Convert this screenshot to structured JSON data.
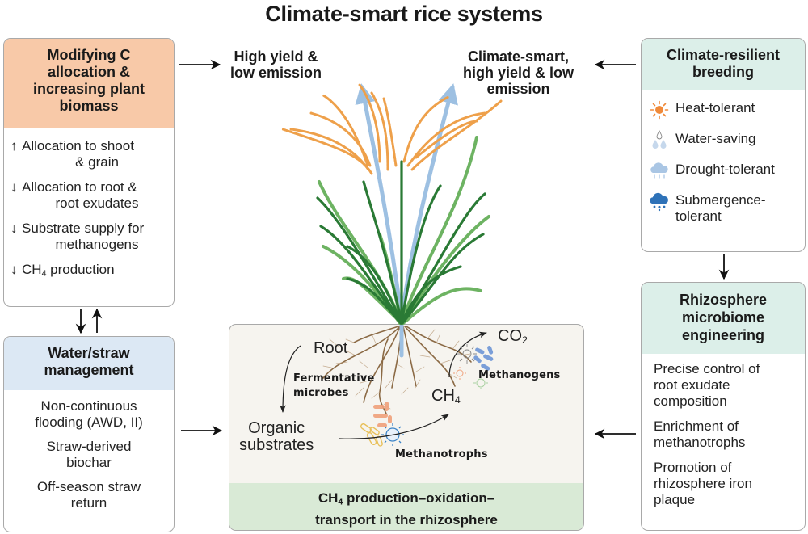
{
  "title": "Climate-smart rice systems",
  "outcomes": {
    "left": {
      "line1": "High yield &",
      "line2": "low emission"
    },
    "right": {
      "line1": "Climate-smart,",
      "line2": "high yield & low",
      "line3": "emission"
    }
  },
  "c_allocation": {
    "header": {
      "line1": "Modifying C",
      "line2": "allocation &",
      "line3": "increasing plant",
      "line4": "biomass"
    },
    "header_color": "#f8c9a8",
    "items": [
      {
        "arrow": "↑",
        "line1": "Allocation to shoot",
        "line2": "& grain"
      },
      {
        "arrow": "↓",
        "line1": "Allocation to root &",
        "line2": "root exudates"
      },
      {
        "arrow": "↓",
        "line1": "Substrate supply for",
        "line2": "methanogens"
      },
      {
        "arrow": "↓",
        "line1_pre": "CH",
        "line1_sub": "4",
        "line1_post": " production"
      }
    ]
  },
  "water_straw": {
    "header": {
      "line1": "Water/straw",
      "line2": "management"
    },
    "header_color": "#dce8f4",
    "items": [
      {
        "line1": "Non-continuous",
        "line2": "flooding (AWD, II)"
      },
      {
        "line1": "Straw-derived",
        "line2": "biochar"
      },
      {
        "line1": "Off-season straw",
        "line2": "return"
      }
    ]
  },
  "breeding": {
    "header": {
      "line1": "Climate-resilient",
      "line2": "breeding"
    },
    "header_color": "#dcefe9",
    "items": [
      {
        "icon": "sun-icon",
        "color": "#f08a3a",
        "line1": "Heat-tolerant"
      },
      {
        "icon": "water-drops-icon",
        "color": "#c6d8ec",
        "line1": "Water-saving"
      },
      {
        "icon": "light-rain-cloud-icon",
        "color": "#aac6e4",
        "line1": "Drought-tolerant"
      },
      {
        "icon": "heavy-rain-cloud-icon",
        "color": "#2e72b8",
        "line1": "Submergence-",
        "line2": "tolerant"
      }
    ]
  },
  "rhizosphere": {
    "header": {
      "line1": "Rhizosphere",
      "line2": "microbiome",
      "line3": "engineering"
    },
    "header_color": "#dcefe9",
    "items": [
      {
        "line1": "Precise control of",
        "line2": "root exudate",
        "line3": "composition"
      },
      {
        "line1": "Enrichment of",
        "line2": "methanotrophs"
      },
      {
        "line1": "Promotion of",
        "line2": "rhizosphere iron",
        "line3": "plaque"
      }
    ]
  },
  "center": {
    "labels": {
      "root": "Root",
      "fermentative": {
        "line1": "Fermentative",
        "line2": "microbes"
      },
      "organic": {
        "line1": "Organic",
        "line2": "substrates"
      },
      "ch4": {
        "pre": "CH",
        "sub": "4"
      },
      "co2": {
        "pre": "CO",
        "sub": "2"
      },
      "methanogens": "Methanogens",
      "methanotrophs": "Methanotrophs"
    },
    "footer": {
      "line1_pre": "CH",
      "line1_sub": "4",
      "line1_post": " production–oxidation–",
      "line2": "transport in the rhizosphere"
    },
    "footer_color": "#d9ead6",
    "panel_color": "#f6f4ef"
  },
  "colors": {
    "panicle": "#eea04a",
    "leaf_dark": "#2a7a35",
    "leaf_light": "#6db362",
    "transport_arrow": "#9dc0e2",
    "root": "#8b6a45",
    "fermenters": "#f0a07a",
    "methanotroph_yellow": "#e8c05a",
    "methanotroph_blue": "#3d85c8",
    "methanogen_blue": "#6d95d6"
  }
}
